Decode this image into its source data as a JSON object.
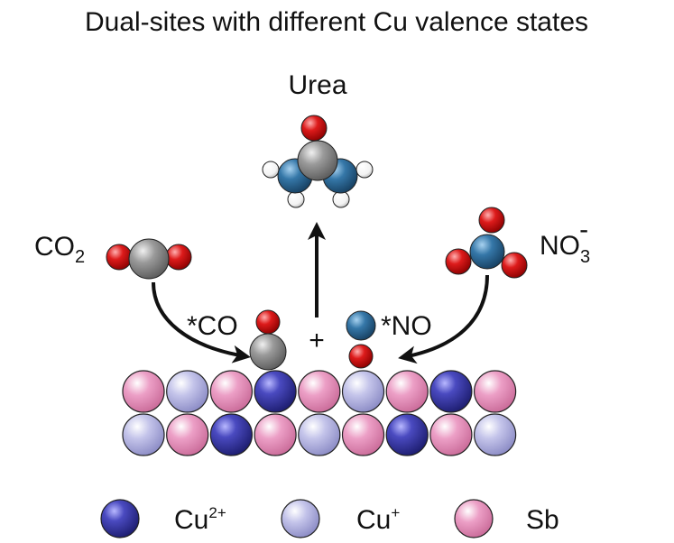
{
  "title": "Dual-sites with different Cu valence states",
  "labels": {
    "urea": "Urea",
    "co2_main": "CO",
    "co2_sub": "2",
    "no3_main": "NO",
    "no3_sub": "3",
    "no3_sup": "-",
    "co_ads": "*CO",
    "no_ads": "*NO",
    "plus": "+"
  },
  "legend": [
    {
      "label_main": "Cu",
      "label_sup": "2+",
      "color": "#3b3b9e"
    },
    {
      "label_main": "Cu",
      "label_sup": "+",
      "color": "#b8b8e0"
    },
    {
      "label_main": "Sb",
      "label_sup": "",
      "color": "#e596bd"
    }
  ],
  "colors": {
    "cu2": "#3b3b9e",
    "cu1": "#b8b8e0",
    "sb": "#e596bd",
    "oxygen": "#cc1111",
    "carbon": "#8f8f8f",
    "nitrogen": "#2f6c9a",
    "hydrogen": "#ffffff"
  },
  "surface": {
    "top_row": [
      "sb",
      "cu1",
      "sb",
      "cu2",
      "sb",
      "cu1",
      "sb",
      "cu2",
      "sb"
    ],
    "bottom_row": [
      "cu1",
      "sb",
      "cu2",
      "sb",
      "cu1",
      "sb",
      "cu2",
      "sb",
      "cu1"
    ]
  }
}
